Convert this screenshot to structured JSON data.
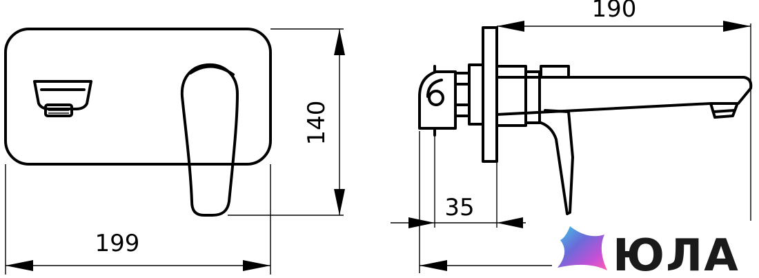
{
  "dimensions": {
    "width_front": "199",
    "height_front": "140",
    "spout_length": "190",
    "wall_depth": "35"
  },
  "logo": {
    "text": "ЮЛА",
    "text_color": "#1a1a1a",
    "mark_gradient": [
      "#3fc7e6",
      "#6b6bd9",
      "#c74fd6",
      "#ff5fb0"
    ]
  }
}
